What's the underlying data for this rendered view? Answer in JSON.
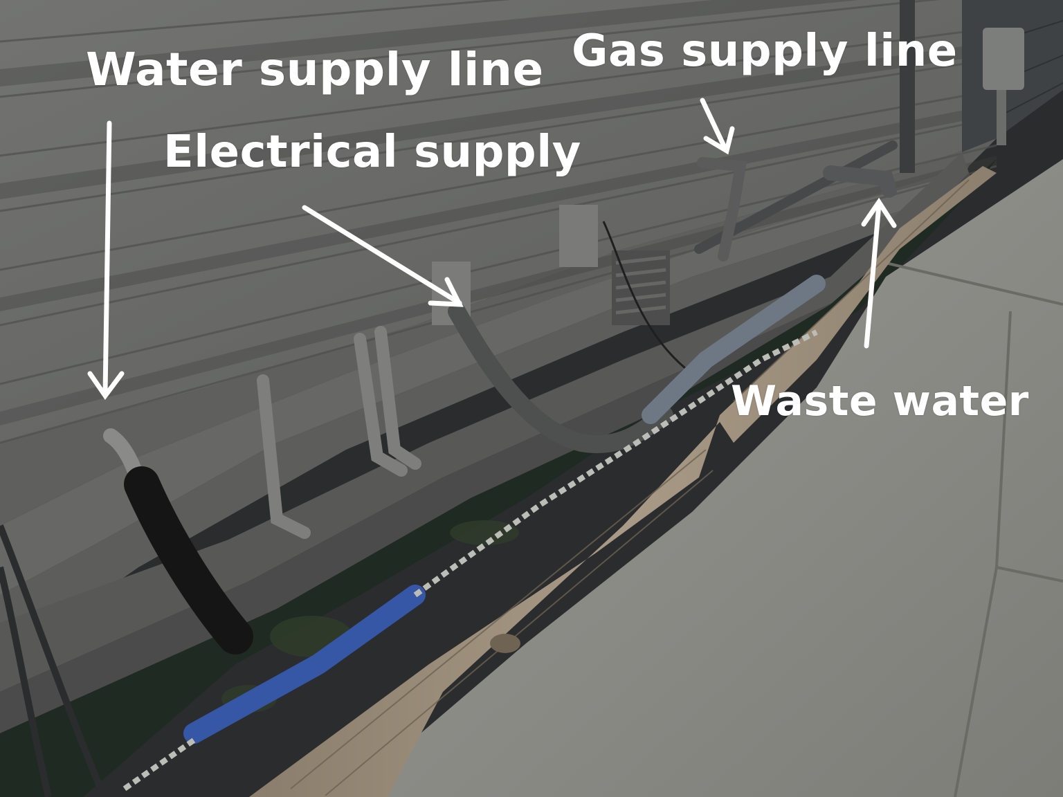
{
  "labels": {
    "water_supply": "Water supply line",
    "gas_supply": "Gas supply line",
    "electrical_supply": "Electrical supply",
    "waste_water": "Waste water"
  },
  "colors": {
    "siding": "#6a6b69",
    "label_text": "#ffffff",
    "dock_concrete": "#8b8b86",
    "wood_beam": "#9a8e7c",
    "water": "#1e2a22",
    "blue_float": "#3557a6"
  }
}
